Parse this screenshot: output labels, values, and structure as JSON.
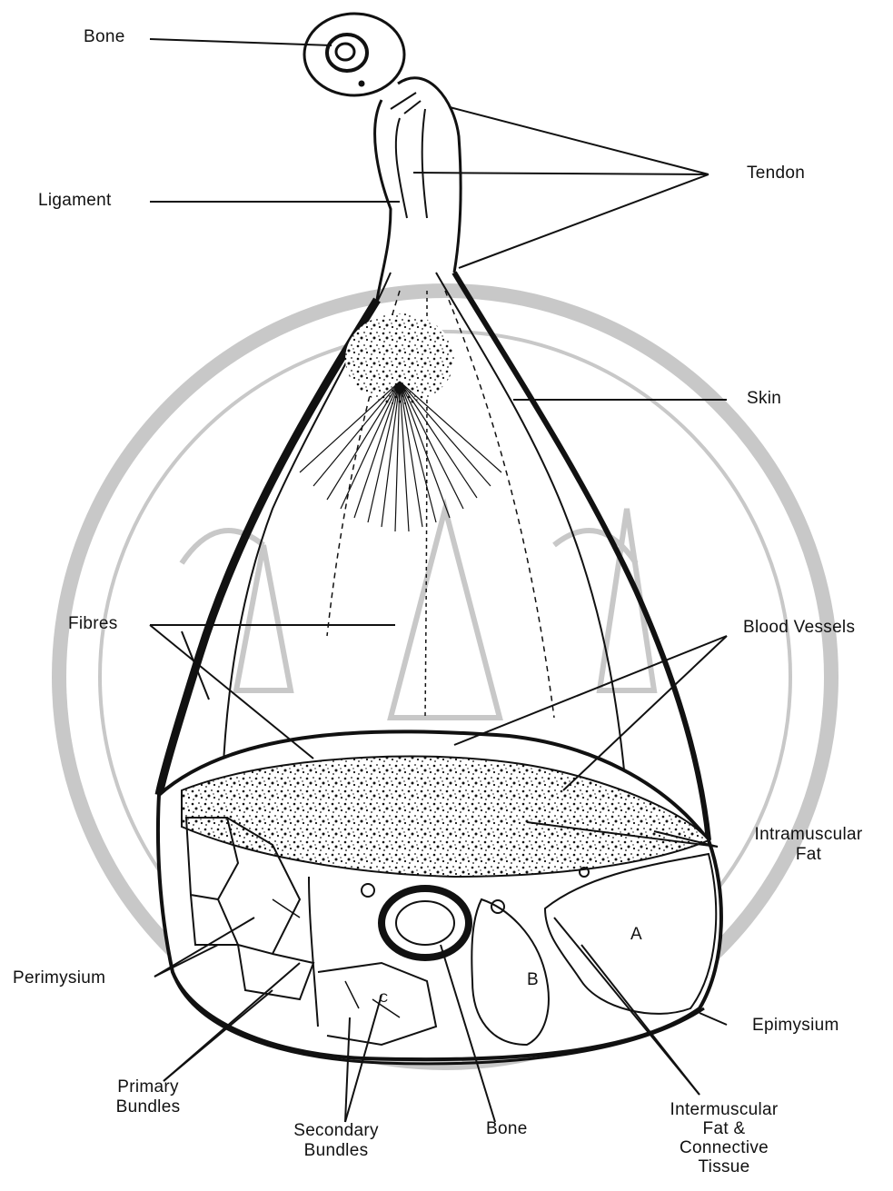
{
  "diagram": {
    "labels": {
      "bone_top": "Bone",
      "tendon": "Tendon",
      "ligament": "Ligament",
      "skin": "Skin",
      "fibres": "Fibres",
      "blood_vessels": "Blood Vessels",
      "intramuscular_fat_1": "Intramuscular",
      "intramuscular_fat_2": "Fat",
      "perimysium": "Perimysium",
      "epimysium": "Epimysium",
      "primary_bundles_1": "Primary",
      "primary_bundles_2": "Bundles",
      "secondary_bundles_1": "Secondary",
      "secondary_bundles_2": "Bundles",
      "bone_bottom": "Bone",
      "intermuscular_1": "Intermuscular",
      "intermuscular_2": "Fat &",
      "intermuscular_3": "Connective",
      "intermuscular_4": "Tissue",
      "muscle_a": "A",
      "muscle_b": "B",
      "muscle_c": "C"
    },
    "colors": {
      "ink": "#111111",
      "paper": "#ffffff",
      "watermark": "#c8c8c8"
    }
  }
}
